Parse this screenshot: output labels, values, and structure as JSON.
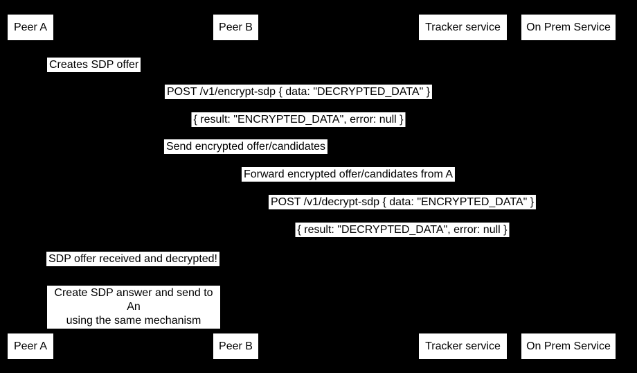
{
  "diagram": {
    "type": "sequence",
    "colors": {
      "background": "#000000",
      "box_fill": "#ffffff",
      "text": "#000000"
    },
    "actors": [
      {
        "id": "peer-a",
        "label": "Peer A"
      },
      {
        "id": "peer-b",
        "label": "Peer B"
      },
      {
        "id": "tracker",
        "label": "Tracker service"
      },
      {
        "id": "onprem",
        "label": "On Prem Service"
      }
    ],
    "messages": [
      {
        "from": "peer-a",
        "to": "peer-a",
        "text": "Creates SDP offer"
      },
      {
        "from": "peer-a",
        "to": "onprem",
        "text": "POST /v1/encrypt-sdp { data: \"DECRYPTED_DATA\" }"
      },
      {
        "from": "onprem",
        "to": "peer-a",
        "text": "{ result: \"ENCRYPTED_DATA\", error: null }"
      },
      {
        "from": "peer-a",
        "to": "tracker",
        "text": "Send encrypted offer/candidates"
      },
      {
        "from": "tracker",
        "to": "peer-b",
        "text": "Forward encrypted offer/candidates from A"
      },
      {
        "from": "peer-b",
        "to": "onprem",
        "text": "POST /v1/decrypt-sdp { data: \"ENCRYPTED_DATA\" }"
      },
      {
        "from": "onprem",
        "to": "peer-b",
        "text": "{ result: \"DECRYPTED_DATA\", error: null }"
      },
      {
        "from": "peer-b",
        "to": "peer-a",
        "text": "SDP offer received and decrypted!"
      }
    ],
    "note": {
      "over": [
        "peer-a",
        "peer-b"
      ],
      "lines": [
        "Create SDP answer and send to An",
        "using the same mechanism"
      ]
    }
  }
}
